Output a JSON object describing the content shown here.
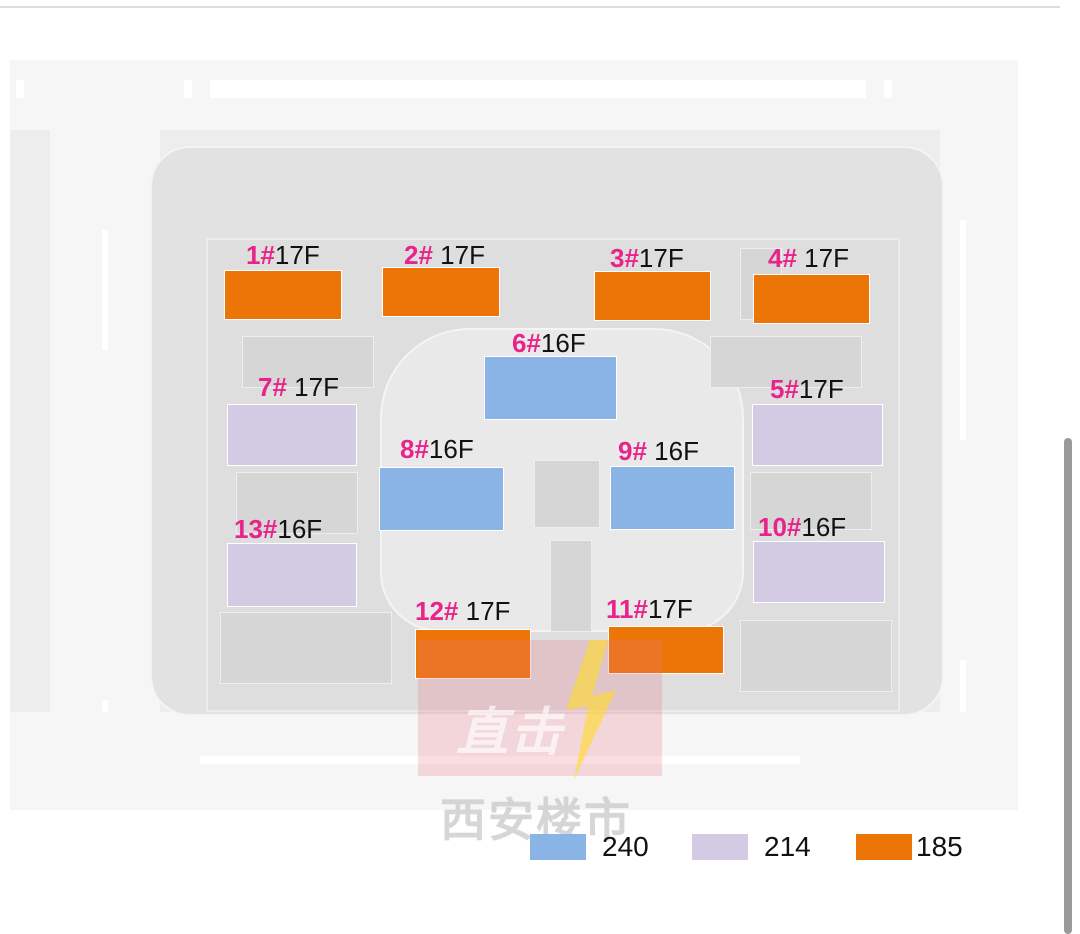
{
  "colors": {
    "blue": "#8ab4e6",
    "purple": "#d3cbe3",
    "orange": "#ed7406",
    "label_number": "#e8248a",
    "label_floors": "#111111"
  },
  "buildings": [
    {
      "number": "1#",
      "floors": "17F",
      "type": "185"
    },
    {
      "number": "2#",
      "floors": "17F",
      "type": "185"
    },
    {
      "number": "3#",
      "floors": "17F",
      "type": "185"
    },
    {
      "number": "4#",
      "floors": "17F",
      "type": "185"
    },
    {
      "number": "6#",
      "floors": "16F",
      "type": "240"
    },
    {
      "number": "7#",
      "floors": "17F",
      "type": "214"
    },
    {
      "number": "5#",
      "floors": "17F",
      "type": "214"
    },
    {
      "number": "8#",
      "floors": "16F",
      "type": "240"
    },
    {
      "number": "9#",
      "floors": "16F",
      "type": "240"
    },
    {
      "number": "13#",
      "floors": "16F",
      "type": "214"
    },
    {
      "number": "10#",
      "floors": "16F",
      "type": "214"
    },
    {
      "number": "12#",
      "floors": "17F",
      "type": "185"
    },
    {
      "number": "11#",
      "floors": "17F",
      "type": "185"
    }
  ],
  "legend": [
    {
      "label": "240",
      "color": "#8ab4e6"
    },
    {
      "label": "214",
      "color": "#d3cbe3"
    },
    {
      "label": "185",
      "color": "#ed7406"
    }
  ],
  "watermark": {
    "logo_text": "直击",
    "subtitle": "西安楼市"
  }
}
